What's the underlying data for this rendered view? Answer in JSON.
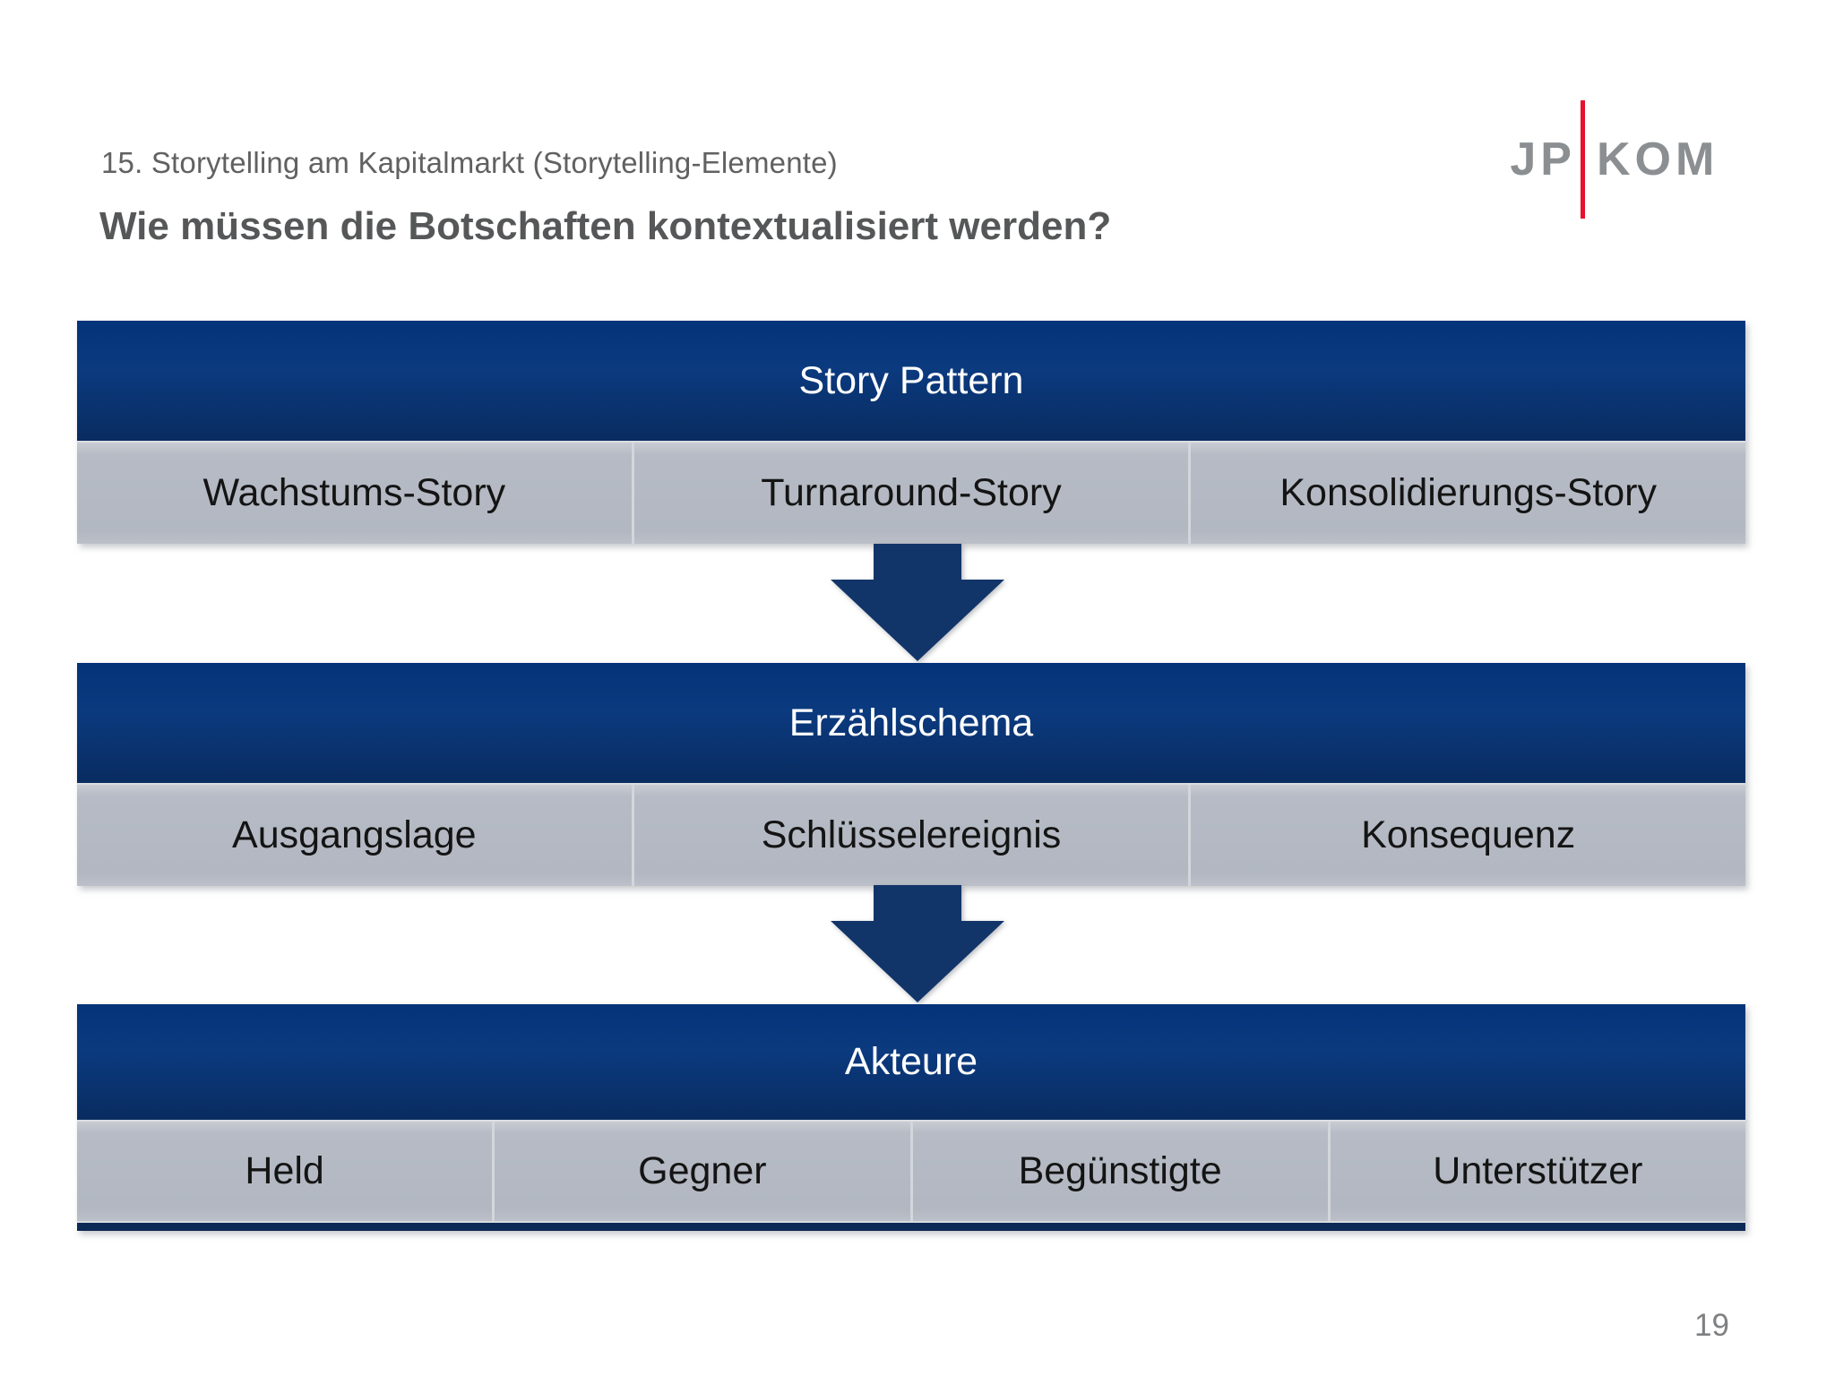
{
  "header": {
    "kicker": "15. Storytelling am Kapitalmarkt (Storytelling-Elemente)",
    "title": "Wie müssen die Botschaften kontextualisiert werden?"
  },
  "logo": {
    "left": "JP",
    "right": "KOM",
    "bar_color": "#e8112d",
    "text_color": "#8b8f92"
  },
  "footer": {
    "page_number": "19"
  },
  "colors": {
    "header_navy_top": "#043379",
    "header_navy_bottom": "#092c60",
    "arrow_navy": "#123569",
    "cell_gray": "#b4b9c3",
    "cell_divider": "#d3d6db",
    "bottom_bar_navy": "#0d2a56",
    "title_gray": "#565758",
    "kicker_gray": "#616161"
  },
  "diagram": {
    "arrow_icon": "down-arrow",
    "blocks": [
      {
        "header": "Story Pattern",
        "cells": [
          "Wachstums-Story",
          "Turnaround-Story",
          "Konsolidierungs-Story"
        ]
      },
      {
        "header": "Erzählschema",
        "cells": [
          "Ausgangslage",
          "Schlüsselereignis",
          "Konsequenz"
        ]
      },
      {
        "header": "Akteure",
        "cells": [
          "Held",
          "Gegner",
          "Begünstigte",
          "Unterstützer"
        ]
      }
    ]
  }
}
